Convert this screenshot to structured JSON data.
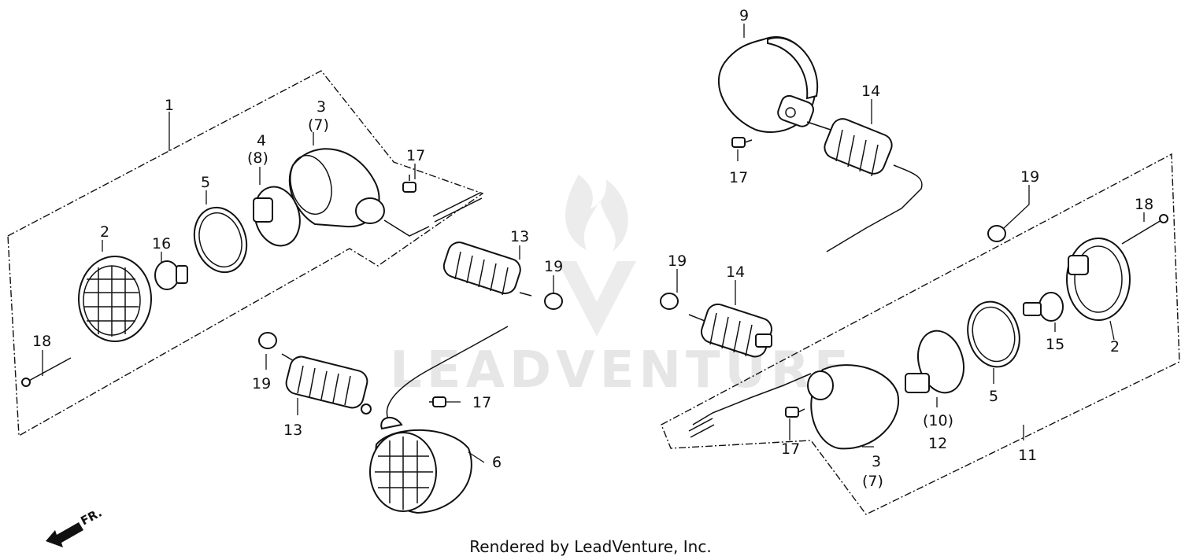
{
  "watermark": {
    "text": "LEADVENTURE"
  },
  "credit": {
    "text": "Rendered by LeadVenture, Inc."
  },
  "direction": {
    "label": "FR."
  },
  "callouts": {
    "l1": "1",
    "l2": "2",
    "l3": "3",
    "l3b": "(7)",
    "l4": "4",
    "l4b": "(8)",
    "l5": "5",
    "l16": "16",
    "l18": "18",
    "l17a": "17",
    "l13a": "13",
    "l19a": "19",
    "l19b": "19",
    "l13b": "13",
    "l17b": "17",
    "l6": "6",
    "r9": "9",
    "r14a": "14",
    "r17a": "17",
    "r19a": "19",
    "r18": "18",
    "r19b": "19",
    "r14b": "14",
    "r15": "15",
    "r2": "2",
    "r5": "5",
    "r10": "(10)",
    "r12": "12",
    "r17b": "17",
    "r3": "3",
    "r7": "(7)",
    "r11": "11"
  }
}
